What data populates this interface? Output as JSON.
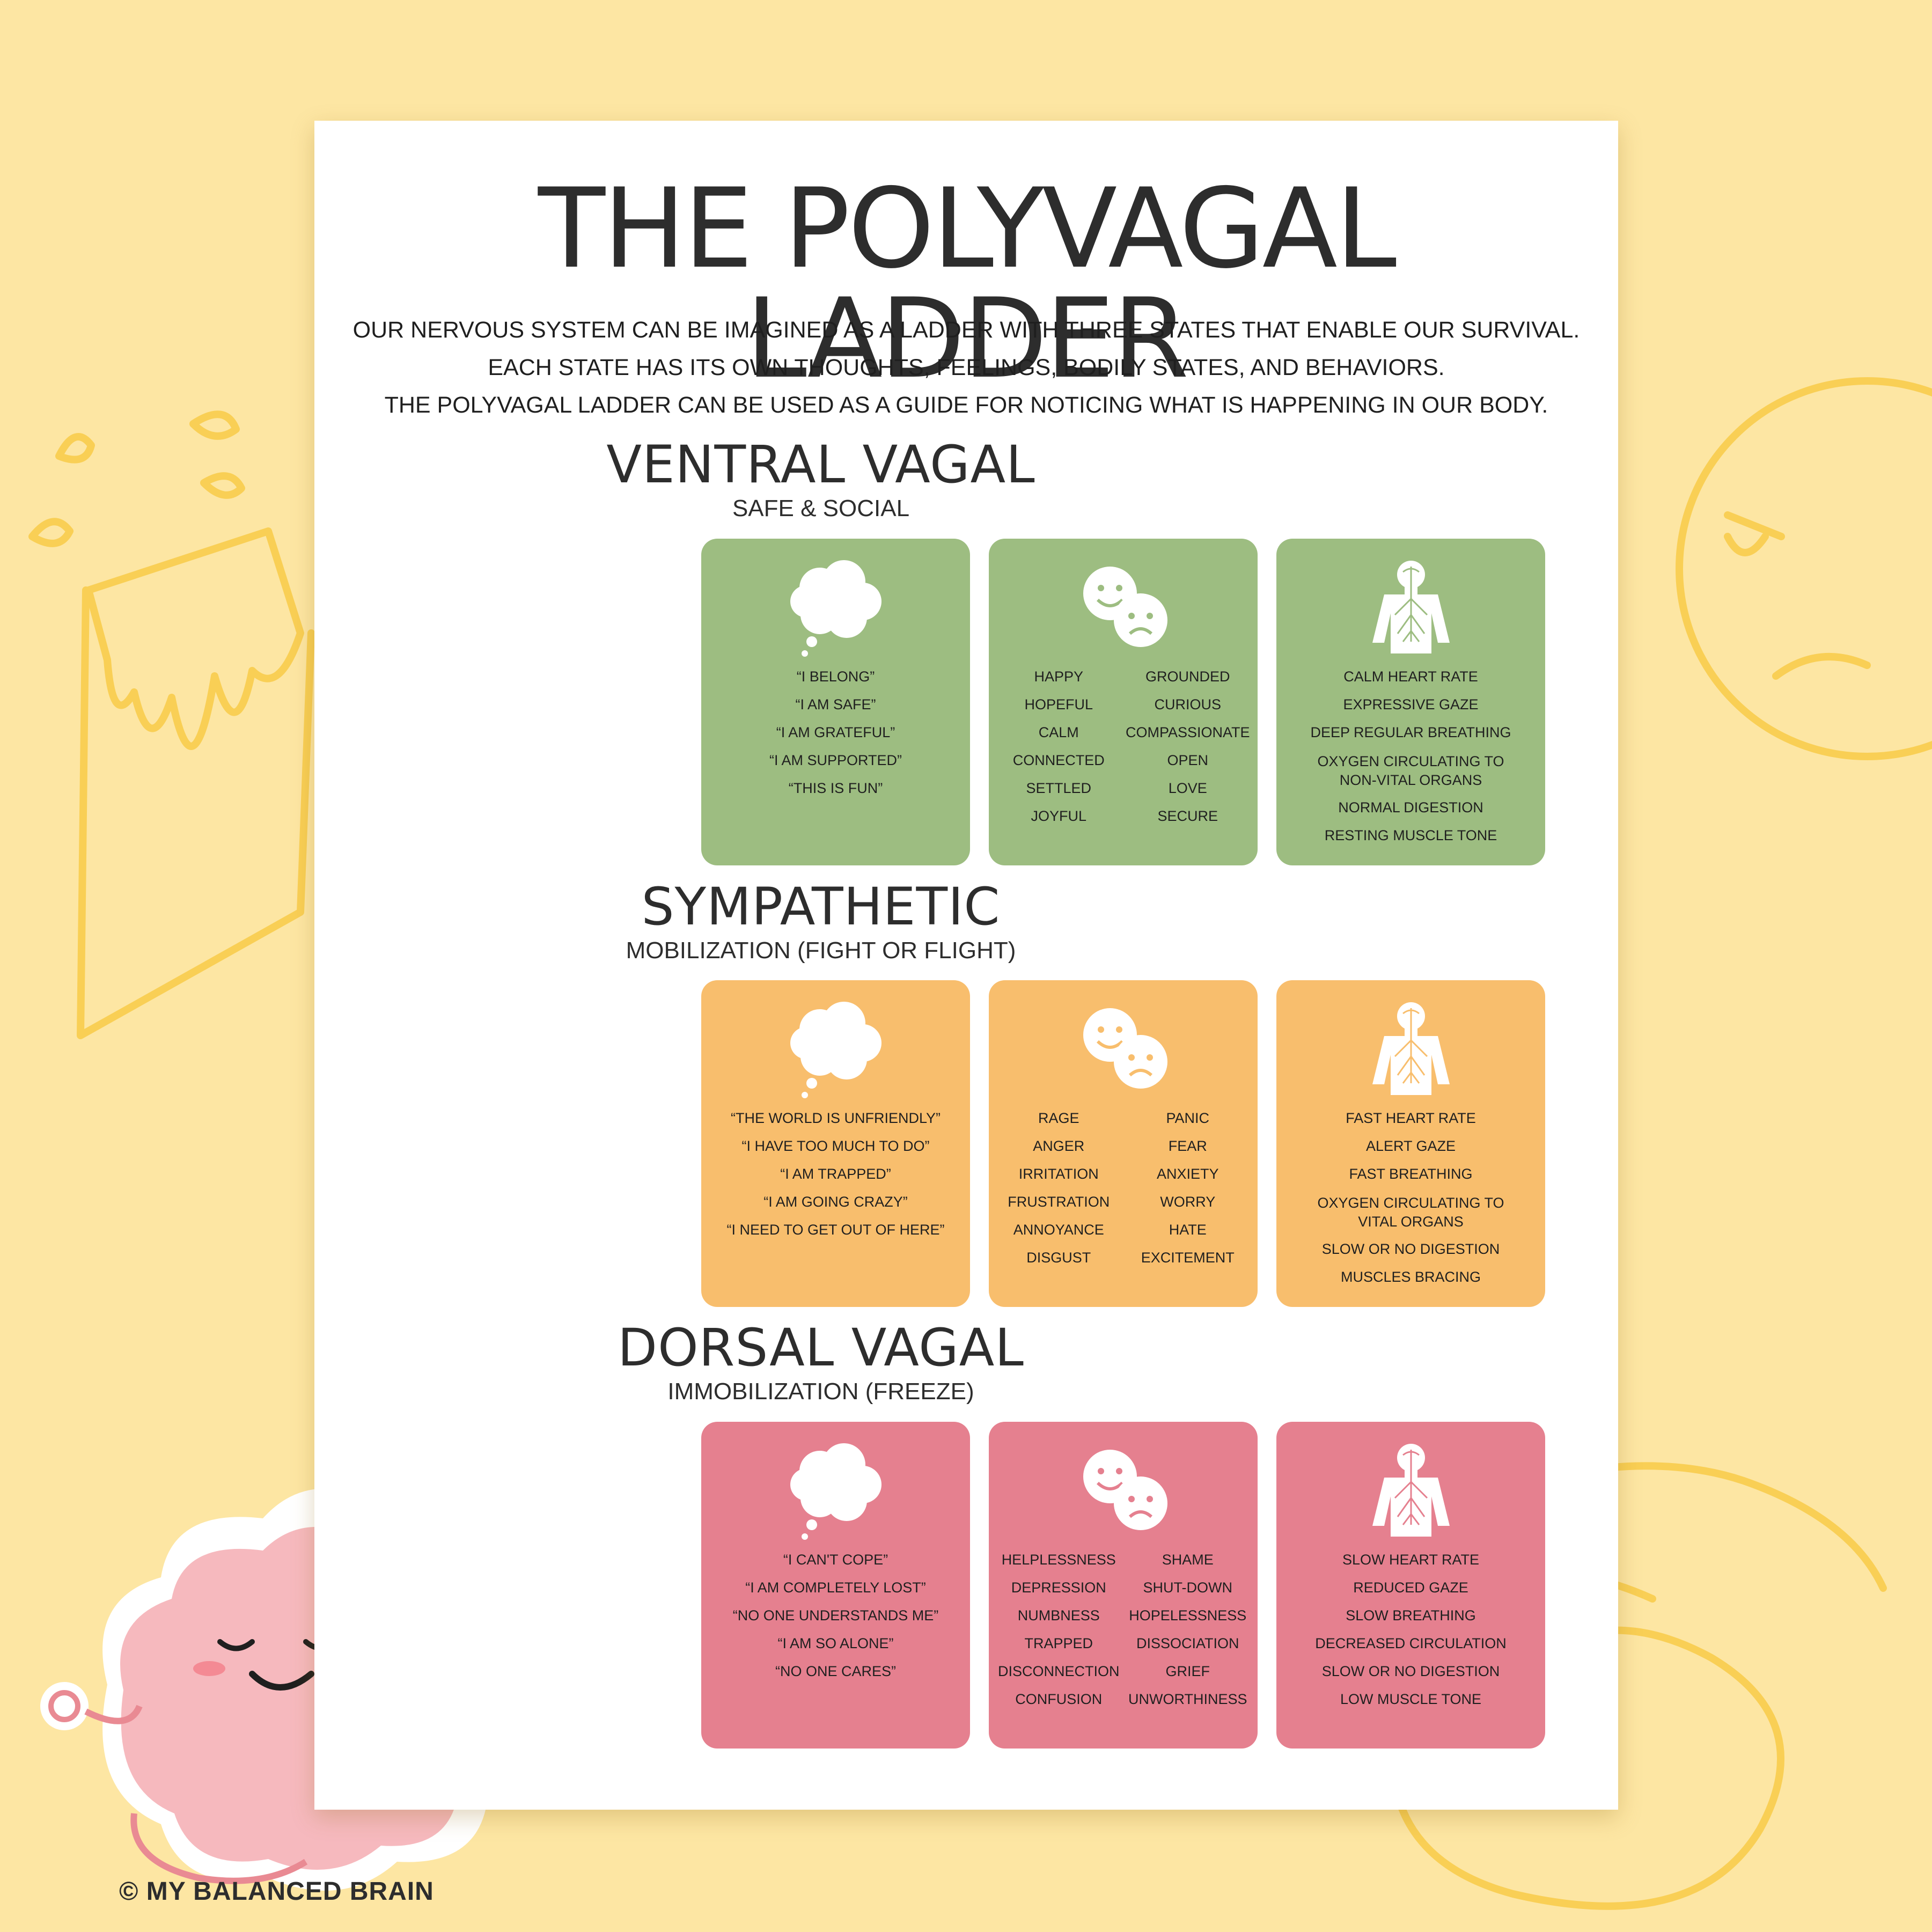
{
  "title": "THE POLYVAGAL LADDER",
  "intro": [
    "OUR NERVOUS SYSTEM CAN BE IMAGINED AS A LADDER WITH THREE STATES THAT ENABLE OUR SURVIVAL.",
    "EACH STATE HAS ITS OWN THOUGHTS, FEELINGS, BODILY STATES, AND BEHAVIORS.",
    "THE POLYVAGAL LADDER CAN BE USED AS A GUIDE FOR NOTICING WHAT IS HAPPENING IN OUR BODY."
  ],
  "colors": {
    "ventral": "#9dbd81",
    "sympathetic": "#f8be6d",
    "dorsal": "#e5808f",
    "background": "#fde6a3"
  },
  "sections": [
    {
      "heading": "VENTRAL VAGAL",
      "subheading": "SAFE & SOCIAL",
      "thoughts": [
        "“I BELONG”",
        "“I AM SAFE”",
        "“I AM GRATEFUL”",
        "“I AM SUPPORTED”",
        "“THIS IS FUN”"
      ],
      "feelings_left": [
        "HAPPY",
        "HOPEFUL",
        "CALM",
        "CONNECTED",
        "SETTLED",
        "JOYFUL"
      ],
      "feelings_right": [
        "GROUNDED",
        "CURIOUS",
        "COMPASSIONATE",
        "OPEN",
        "LOVE",
        "SECURE"
      ],
      "body": [
        "CALM HEART RATE",
        "EXPRESSIVE GAZE",
        "DEEP REGULAR BREATHING",
        "OXYGEN CIRCULATING TO|NON-VITAL ORGANS",
        "NORMAL DIGESTION",
        "RESTING MUSCLE TONE"
      ]
    },
    {
      "heading": "SYMPATHETIC",
      "subheading": "MOBILIZATION (FIGHT OR FLIGHT)",
      "thoughts": [
        "“THE WORLD IS UNFRIENDLY”",
        "“I HAVE TOO MUCH TO DO”",
        "“I AM TRAPPED”",
        "“I AM GOING CRAZY”",
        "“I NEED TO GET OUT OF HERE”"
      ],
      "feelings_left": [
        "RAGE",
        "ANGER",
        "IRRITATION",
        "FRUSTRATION",
        "ANNOYANCE",
        "DISGUST"
      ],
      "feelings_right": [
        "PANIC",
        "FEAR",
        "ANXIETY",
        "WORRY",
        "HATE",
        "EXCITEMENT"
      ],
      "body": [
        "FAST HEART RATE",
        "ALERT GAZE",
        "FAST BREATHING",
        "OXYGEN CIRCULATING TO|VITAL ORGANS",
        "SLOW OR NO DIGESTION",
        "MUSCLES BRACING"
      ]
    },
    {
      "heading": "DORSAL VAGAL",
      "subheading": "IMMOBILIZATION (FREEZE)",
      "thoughts": [
        "“I CAN'T COPE”",
        "“I AM COMPLETELY LOST”",
        "“NO ONE UNDERSTANDS ME”",
        "“I AM SO ALONE”",
        "“NO ONE CARES”"
      ],
      "feelings_left": [
        "HELPLESSNESS",
        "DEPRESSION",
        "NUMBNESS",
        "TRAPPED",
        "DISCONNECTION",
        "CONFUSION"
      ],
      "feelings_right": [
        "SHAME",
        "SHUT-DOWN",
        "HOPELESSNESS",
        "DISSOCIATION",
        "GRIEF",
        "UNWORTHINESS"
      ],
      "body": [
        "SLOW HEART RATE",
        "REDUCED GAZE",
        "SLOW BREATHING",
        "DECREASED CIRCULATION",
        "SLOW OR NO DIGESTION",
        "LOW MUSCLE TONE"
      ]
    }
  ],
  "footer": "© MY BALANCED BRAIN"
}
